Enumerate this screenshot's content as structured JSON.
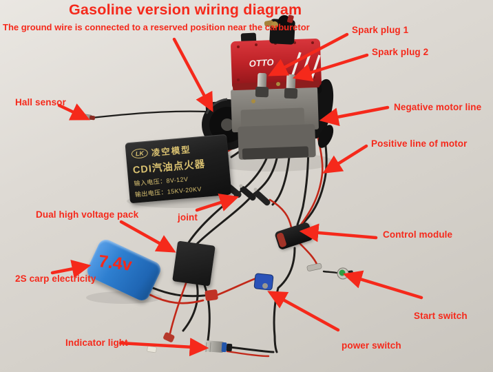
{
  "colors": {
    "annotation_red": "#f5291b",
    "wire_black": "#1e1d1b",
    "wire_red": "#c22819",
    "battery_blue": "#2e7fd0",
    "cdi_gold": "#d8c070",
    "engine_red": "#bf2328",
    "background": "#d8d4ce"
  },
  "title": "Gasoline version wiring diagram",
  "subtitle": "The ground wire is connected to a reserved position near the carburetor",
  "labels": {
    "spark_plug_1": "Spark plug 1",
    "spark_plug_2": "Spark plug 2",
    "hall_sensor": "Hall sensor",
    "negative_motor_line": "Negative motor line",
    "positive_motor_line": "Positive line of motor",
    "dual_high_voltage_pack": "Dual high voltage pack",
    "joint": "joint",
    "control_module": "Control module",
    "battery_voltage": "7.4v",
    "battery_type": "2S carp electricity",
    "start_switch": "Start switch",
    "indicator_light": "Indicator light",
    "power_switch": "power switch"
  },
  "cdi_module": {
    "logo": "LK",
    "brand": "凌空模型",
    "product": "CDI汽油点火器",
    "input": "输入电压：8V-12V",
    "output": "输出电压：15KV-20KV"
  },
  "engine": {
    "brand": "OTTO"
  }
}
